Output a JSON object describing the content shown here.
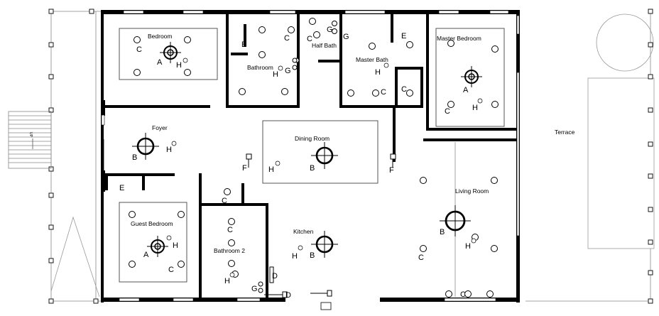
{
  "rooms": {
    "bedroom": "Bedroom",
    "bathroom": "Bathroom",
    "half_bath": "Half Bath",
    "master_bath": "Master Bath",
    "master_bedroom": "Master Bedroom",
    "foyer": "Foyer",
    "dining_room": "Dining Room",
    "terrace": "Terrace",
    "living_room": "Living Room",
    "guest_bedroom": "Guest Bedroom",
    "bathroom_2": "Bathroom 2",
    "kitchen": "Kitchen"
  },
  "stair_label": "UP",
  "legend_letters": {
    "a": "A",
    "b": "B",
    "c": "C",
    "d": "D",
    "e": "E",
    "f": "F",
    "g": "G",
    "h": "H"
  }
}
